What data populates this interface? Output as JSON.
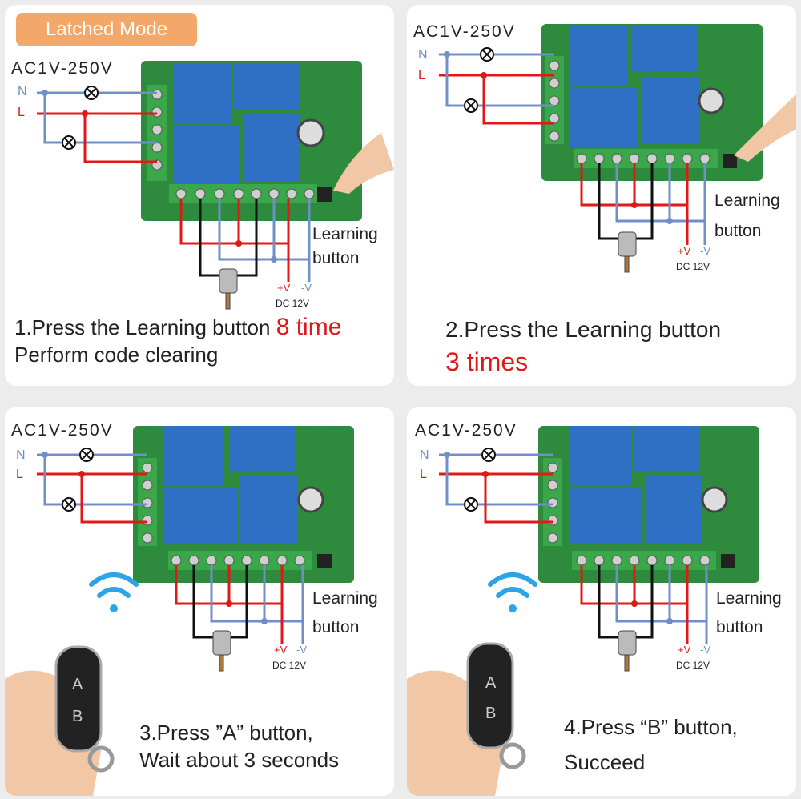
{
  "badge": "Latched Mode",
  "voltage": "AC1V-250V",
  "n_label": "N",
  "l_label": "L",
  "learning": "Learning",
  "button_word": "button",
  "plus_v": "+V",
  "minus_v": "-V",
  "dc": "DC 12V",
  "remote_a": "A",
  "remote_b": "B",
  "steps": {
    "s1_line1": "1.Press the Learning button",
    "s1_highlight": "8 time",
    "s1_line2": "Perform code clearing",
    "s2_line1": "2.Press the Learning button",
    "s2_highlight": "3 times",
    "s3_line1": "3.Press ”A” button,",
    "s3_line2": "Wait about 3 seconds",
    "s4_line1": "4.Press “B” button,",
    "s4_line2": "Succeed"
  },
  "colors": {
    "wire_red": "#e01818",
    "wire_blue": "#6f8fc8",
    "board": "#2e8b3e",
    "relay": "#2f6fc4",
    "badge": "#f3a86a"
  }
}
